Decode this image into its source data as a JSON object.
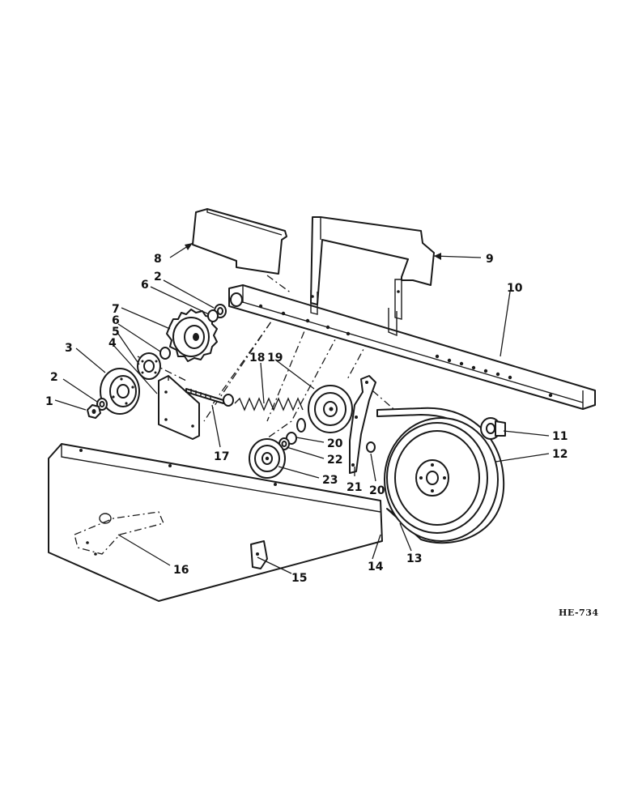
{
  "drawing": {
    "id": "HE-734"
  },
  "callouts": [
    "1",
    "2",
    "3",
    "4",
    "5",
    "6",
    "7",
    "8",
    "9",
    "10",
    "11",
    "12",
    "13",
    "14",
    "15",
    "16",
    "17",
    "18",
    "19",
    "20",
    "21",
    "22",
    "23"
  ]
}
